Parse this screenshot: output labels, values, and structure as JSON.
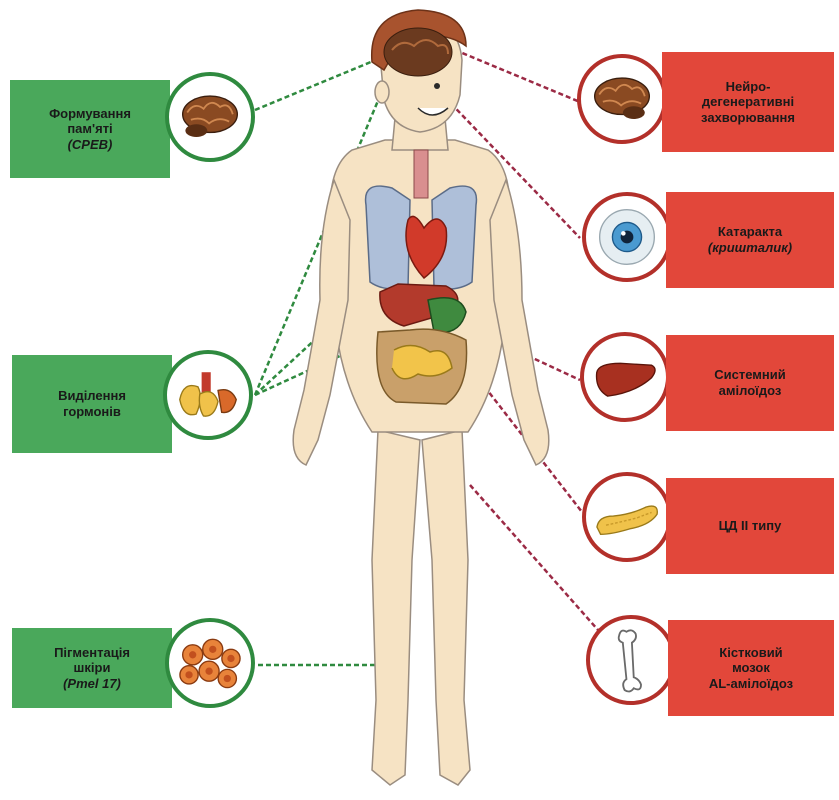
{
  "left_labels": [
    {
      "line1": "Формування",
      "line2": "пам'яті",
      "sub": "(CPEB)"
    },
    {
      "line1": "Виділення",
      "line2": "гормонів",
      "sub": ""
    },
    {
      "line1": "Пігментація",
      "line2": "шкіри",
      "sub": "(Pmel 17)"
    }
  ],
  "right_labels": [
    {
      "line1": "Нейро-",
      "line2": "дегенеративні",
      "line3": "захворювання",
      "sub": ""
    },
    {
      "line1": "Катаракта",
      "line2": "",
      "line3": "",
      "sub": "(кришталик)"
    },
    {
      "line1": "Системний",
      "line2": "амілоїдоз",
      "line3": "",
      "sub": ""
    },
    {
      "line1": "ЦД II типу",
      "line2": "",
      "line3": "",
      "sub": ""
    },
    {
      "line1": "Кістковий",
      "line2": "мозок",
      "line3": "AL-амілоїдоз",
      "sub": ""
    }
  ],
  "icons": {
    "memory": "brain-icon",
    "hormones": "endocrine-glands-icon",
    "pigment": "melanocyte-cells-icon",
    "neuro": "brain-icon",
    "cataract": "eye-icon",
    "amyloid": "liver-icon",
    "diabetes": "pancreas-icon",
    "marrow": "bone-icon"
  },
  "colors": {
    "left_panel": "#4aa85b",
    "right_panel": "#e2473a",
    "left_line": "#2f8a3f",
    "right_line": "#9b2a45",
    "skin": "#f6e3c4"
  }
}
